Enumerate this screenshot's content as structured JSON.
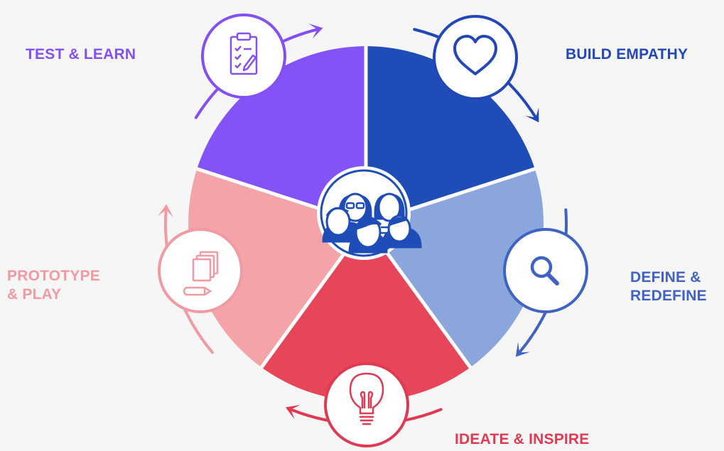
{
  "diagram": {
    "stages": [
      {
        "id": "build-empathy",
        "lines": [
          "BUILD EMPATHY"
        ],
        "color": "#1e4db7",
        "label_color": "#2347b8",
        "icon": "heart-icon"
      },
      {
        "id": "define-redefine",
        "lines": [
          "DEFINE &",
          "REDEFINE"
        ],
        "color": "#8aa6dc",
        "label_color": "#3f62c4",
        "icon": "search-icon"
      },
      {
        "id": "ideate-inspire",
        "lines": [
          "IDEATE & INSPIRE"
        ],
        "color": "#e74559",
        "label_color": "#e03a52",
        "icon": "lightbulb-icon"
      },
      {
        "id": "prototype-play",
        "lines": [
          "PROTOTYPE",
          "& PLAY"
        ],
        "color": "#f4a4a8",
        "label_color": "#f19aa1",
        "icon": "papers-pencil-icon"
      },
      {
        "id": "test-learn",
        "lines": [
          "TEST & LEARN"
        ],
        "color": "#8453f7",
        "label_color": "#8450f3",
        "icon": "clipboard-checklist-icon"
      }
    ],
    "center_icon": "people-group-icon",
    "center_color": "#1e4db7"
  }
}
